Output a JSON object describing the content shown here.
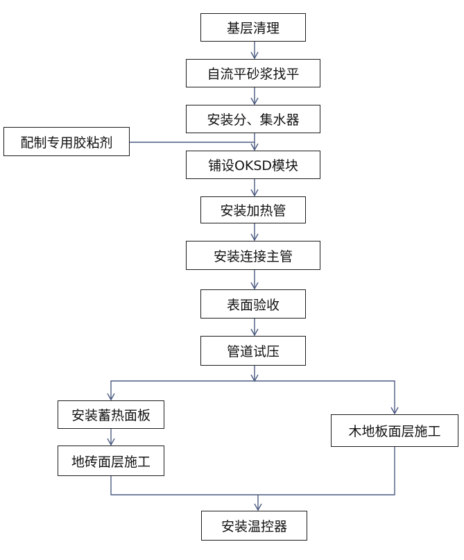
{
  "diagram": {
    "type": "flowchart",
    "colors": {
      "box_border": "#1a1a1a",
      "connector": "#4a5a80",
      "text": "#111111"
    },
    "nodes": {
      "base_cleaning": "基层清理",
      "self_leveling": "自流平砂浆找平",
      "install_manifold": "安装分、集水器",
      "special_adhesive": "配制专用胶粘剂",
      "lay_module": "铺设OKSD模块",
      "install_heating_pipe": "安装加热管",
      "install_main_pipe": "安装连接主管",
      "surface_inspection": "表面验收",
      "pipe_pressure_test": "管道试压",
      "install_storage_panel": "安装蓄热面板",
      "tile_surface": "地砖面层施工",
      "wood_floor_surface": "木地板面层施工",
      "install_thermostat": "安装温控器"
    },
    "edges": [
      [
        "base_cleaning",
        "self_leveling"
      ],
      [
        "self_leveling",
        "install_manifold"
      ],
      [
        "install_manifold",
        "lay_module"
      ],
      [
        "special_adhesive",
        "lay_module"
      ],
      [
        "lay_module",
        "install_heating_pipe"
      ],
      [
        "install_heating_pipe",
        "install_main_pipe"
      ],
      [
        "install_main_pipe",
        "surface_inspection"
      ],
      [
        "surface_inspection",
        "pipe_pressure_test"
      ],
      [
        "pipe_pressure_test",
        "install_storage_panel"
      ],
      [
        "pipe_pressure_test",
        "wood_floor_surface"
      ],
      [
        "install_storage_panel",
        "tile_surface"
      ],
      [
        "tile_surface",
        "install_thermostat"
      ],
      [
        "wood_floor_surface",
        "install_thermostat"
      ]
    ]
  }
}
